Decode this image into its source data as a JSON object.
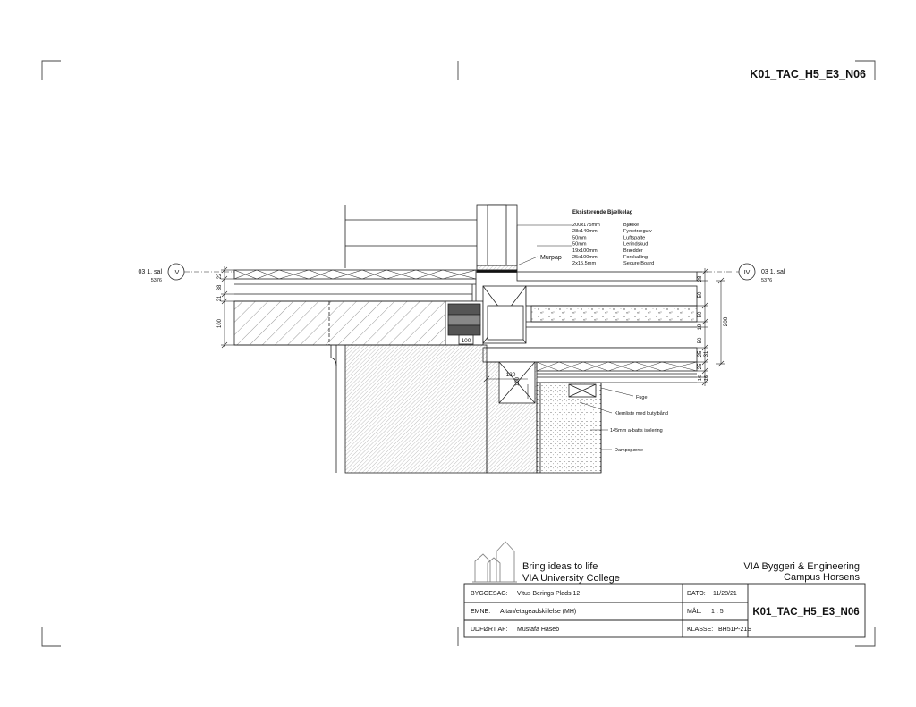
{
  "sheet_code": "K01_TAC_H5_E3_N06",
  "levels": {
    "left": {
      "marker": "IV",
      "name": "03 1. sal",
      "elevation": "5376"
    },
    "right": {
      "marker": "IV",
      "name": "03 1. sal",
      "elevation": "5376"
    }
  },
  "legend": {
    "title": "Eksisterende Bjælkelag",
    "rows": [
      {
        "dim": "200x175mm",
        "name": "Bjælke"
      },
      {
        "dim": "28x140mm",
        "name": "Fyrretrægulv"
      },
      {
        "dim": "50mm",
        "name": "Luftspalte"
      },
      {
        "dim": "50mm",
        "name": "Lerindskud"
      },
      {
        "dim": "19x100mm",
        "name": "Brædder"
      },
      {
        "dim": "25x100mm",
        "name": "Forskalling"
      },
      {
        "dim": "2x15,5mm",
        "name": "Secure Board"
      }
    ]
  },
  "labels": {
    "murpap": "Murpap",
    "fuge": "Fuge",
    "klemliste": "Klemliste med butylbånd",
    "isolering": "145mm a-batts isolering",
    "dampspaerre": "Dampspærre"
  },
  "dims": {
    "left": [
      "22",
      "38",
      "21",
      "100"
    ],
    "right": [
      "28",
      "50",
      "50",
      "19",
      "50",
      "25",
      "31",
      "25",
      "16",
      "16"
    ],
    "right_total": "200",
    "block": "100",
    "corner_w": "130",
    "corner_h": "100"
  },
  "title_block": {
    "slogan_line1": "Bring ideas to life",
    "slogan_line2": "VIA University College",
    "company_line1": "VIA Byggeri & Engineering",
    "company_line2": "Campus Horsens",
    "byggesag_label": "BYGGESAG:",
    "byggesag_value": "Vitus Berings Plads 12",
    "emne_label": "EMNE:",
    "emne_value": "Altan/etageadskillelse (MH)",
    "udfort_label": "UDFØRT AF:",
    "udfort_value": "Mustafa Haseb",
    "dato_label": "DATO:",
    "dato_value": "11/28/21",
    "maal_label": "MÅL:",
    "maal_value": "1 : 5",
    "klasse_label": "KLASSE:",
    "klasse_value": "BH51P-21S",
    "sheet_code": "K01_TAC_H5_E3_N06"
  }
}
